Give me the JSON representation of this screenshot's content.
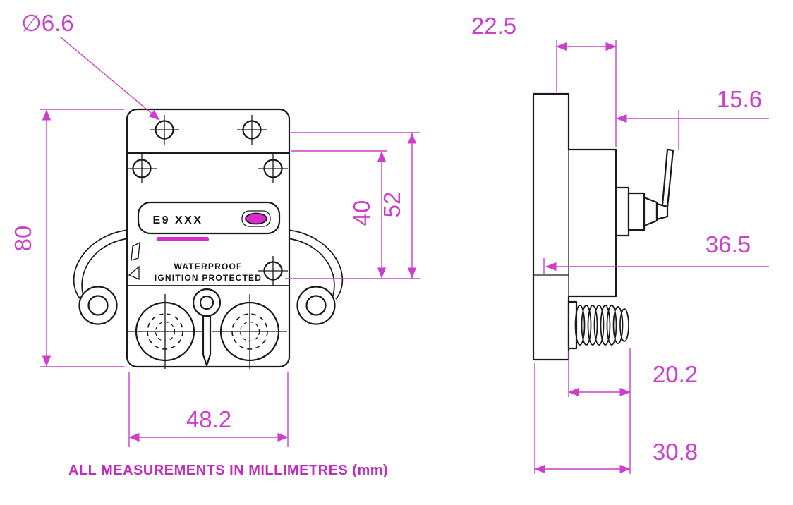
{
  "caption": "ALL MEASUREMENTS IN MILLIMETRES (mm)",
  "colors": {
    "dimension_magenta": "#cc3ecc",
    "accent_magenta": "#da2bcd",
    "line_black": "#1a1a1a",
    "background": "#ffffff"
  },
  "front_view": {
    "product_label": "E9 XXX",
    "marking_line1": "WATERPROOF",
    "marking_line2": "IGNITION PROTECTED",
    "dims": {
      "mount_hole_diameter": "∅6.6",
      "overall_height": "80",
      "hole_span_inner": "40",
      "hole_span_outer": "52",
      "overall_width": "48.2"
    }
  },
  "side_view": {
    "dims": {
      "top_depth": "22.5",
      "lever_offset": "15.6",
      "front_depth": "36.5",
      "stud_length": "20.2",
      "overall_depth": "30.8"
    }
  }
}
